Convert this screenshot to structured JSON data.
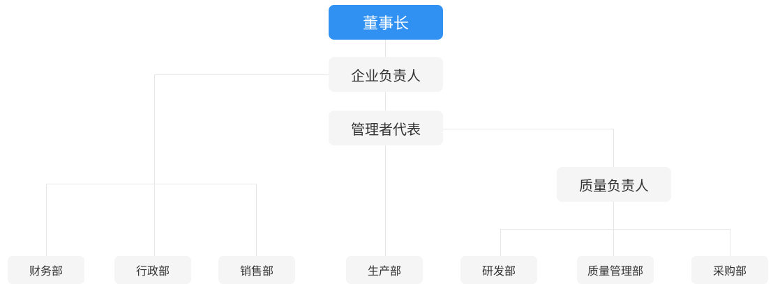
{
  "nodes": {
    "chairman": "董事长",
    "enterprise_head": "企业负责人",
    "management_rep": "管理者代表",
    "quality_head": "质量负责人",
    "finance": "财务部",
    "admin": "行政部",
    "sales": "销售部",
    "production": "生产部",
    "rnd": "研发部",
    "quality_mgmt": "质量管理部",
    "procurement": "采购部"
  },
  "colors": {
    "root": "#3091f2",
    "node": "#f5f5f5",
    "line": "#e6e6e6"
  }
}
